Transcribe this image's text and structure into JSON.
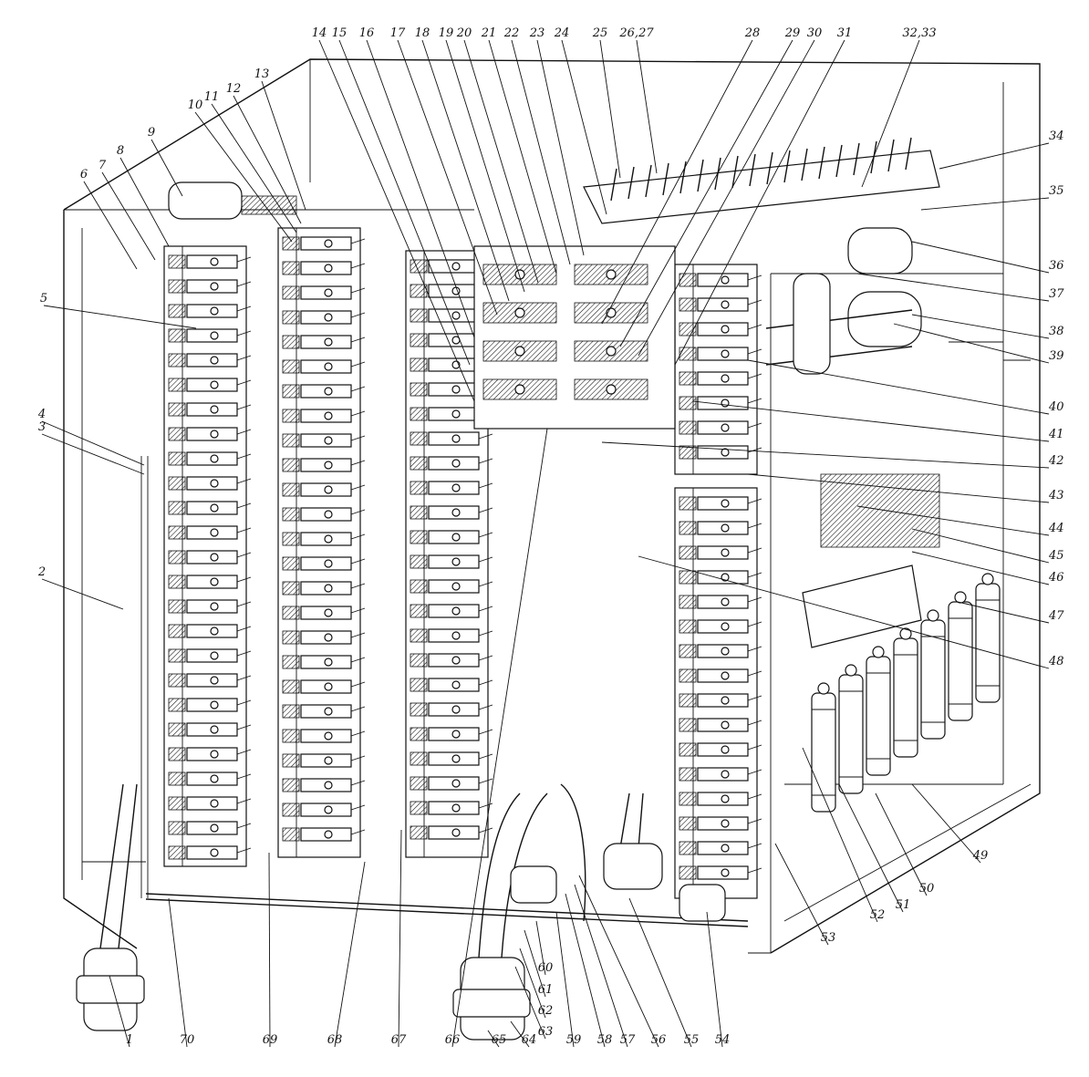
{
  "figure": {
    "labels_top": [
      "14",
      "15",
      "16",
      "17",
      "18",
      "19",
      "20",
      "21",
      "22",
      "23",
      "24",
      "25",
      "26,27",
      "28",
      "29",
      "30",
      "31",
      "32,33"
    ],
    "labels_right": [
      "34",
      "35",
      "36",
      "37",
      "38",
      "39",
      "40",
      "41",
      "42",
      "43",
      "44",
      "45",
      "46",
      "47",
      "48"
    ],
    "labels_left": [
      "13",
      "12",
      "11",
      "10",
      "9",
      "8",
      "7",
      "6",
      "5",
      "4",
      "3",
      "2"
    ],
    "labels_bottom": [
      "1",
      "70",
      "69",
      "68",
      "67",
      "66",
      "60",
      "61",
      "62",
      "63",
      "65",
      "64",
      "59",
      "58",
      "57",
      "56",
      "55",
      "54",
      "53",
      "52",
      "51",
      "50",
      "49"
    ]
  }
}
